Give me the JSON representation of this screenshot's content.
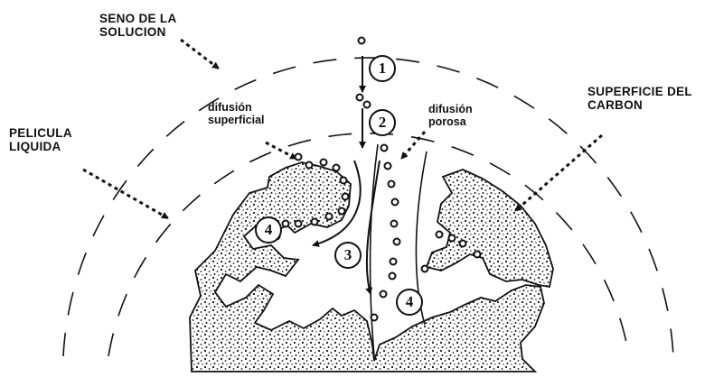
{
  "labels": {
    "bulk_solution": "SENO DE LA\nSOLUCION",
    "liquid_film": "PELICULA\nLIQUIDA",
    "carbon_surface": "SUPERFICIE DEL\nCARBON",
    "surface_diffusion": "difusión\nsuperficial",
    "pore_diffusion": "difusión\nporosa"
  },
  "steps": {
    "step_1": "1",
    "step_2": "2",
    "step_3": "3",
    "step_4a": "4",
    "step_4b": "4"
  },
  "colors": {
    "ink": "#111111",
    "background": "#ffffff"
  }
}
